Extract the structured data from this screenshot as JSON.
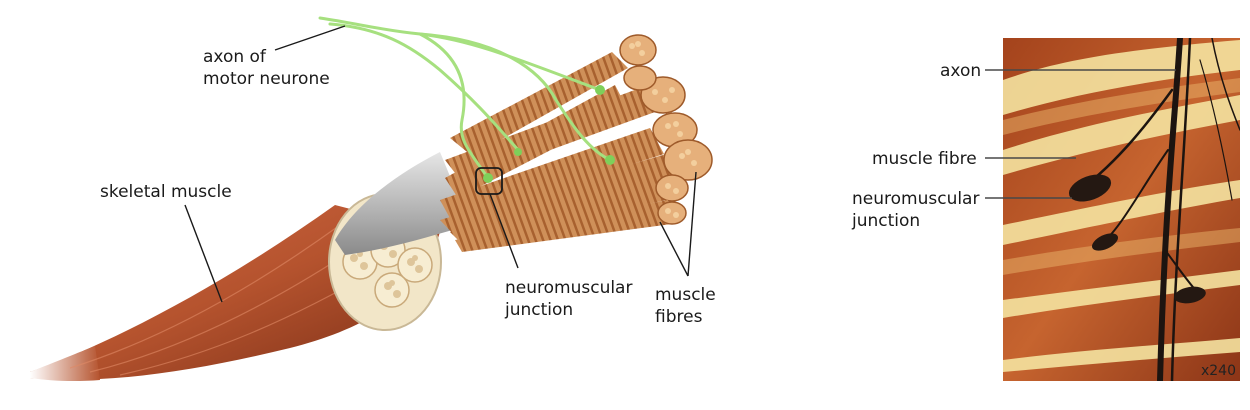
{
  "diagram": {
    "left": {
      "labels": {
        "axon": [
          "axon of",
          "motor neurone"
        ],
        "skeletal_muscle": "skeletal muscle",
        "nmj": [
          "neuromuscular",
          "junction"
        ],
        "fibres": [
          "muscle",
          "fibres"
        ]
      }
    },
    "right": {
      "labels": {
        "axon": "axon",
        "muscle_fibre": "muscle fibre",
        "nmj": [
          "neuromuscular",
          "junction"
        ]
      },
      "magnification": "x240"
    },
    "colors": {
      "muscle": "#b5532e",
      "muscle_dark": "#7a2e16",
      "fibre": "#c98a55",
      "nerve": "#9ee07a",
      "sheath": "#b8b8b8",
      "micro_light": "#f5e3a0",
      "micro_dark": "#1c1410"
    }
  }
}
